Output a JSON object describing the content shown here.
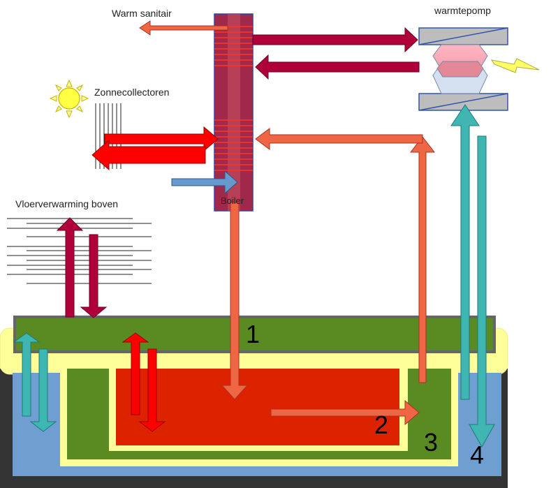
{
  "labels": {
    "warm_sanitair": "Warm sanitair",
    "warmtepomp": "warmtepomp",
    "zonnecollectoren": "Zonnecollectoren",
    "vloerverwarming_boven": "Vloerverwarming boven",
    "boiler": "Boiler"
  },
  "zones": {
    "z1": "1",
    "z2": "2",
    "z3": "3",
    "z4": "4"
  },
  "colors": {
    "boiler": "#a0284a",
    "hot_red": "#ff0000",
    "orange": "#ee6644",
    "purple": "#b0003a",
    "teal": "#3fb6b2",
    "blue_arrow": "#6699cc",
    "green": "#5a8a22",
    "yellow": "#ffff99",
    "core_red": "#dd2200",
    "outer_blue": "#6f9fd0",
    "dark": "#333333"
  }
}
